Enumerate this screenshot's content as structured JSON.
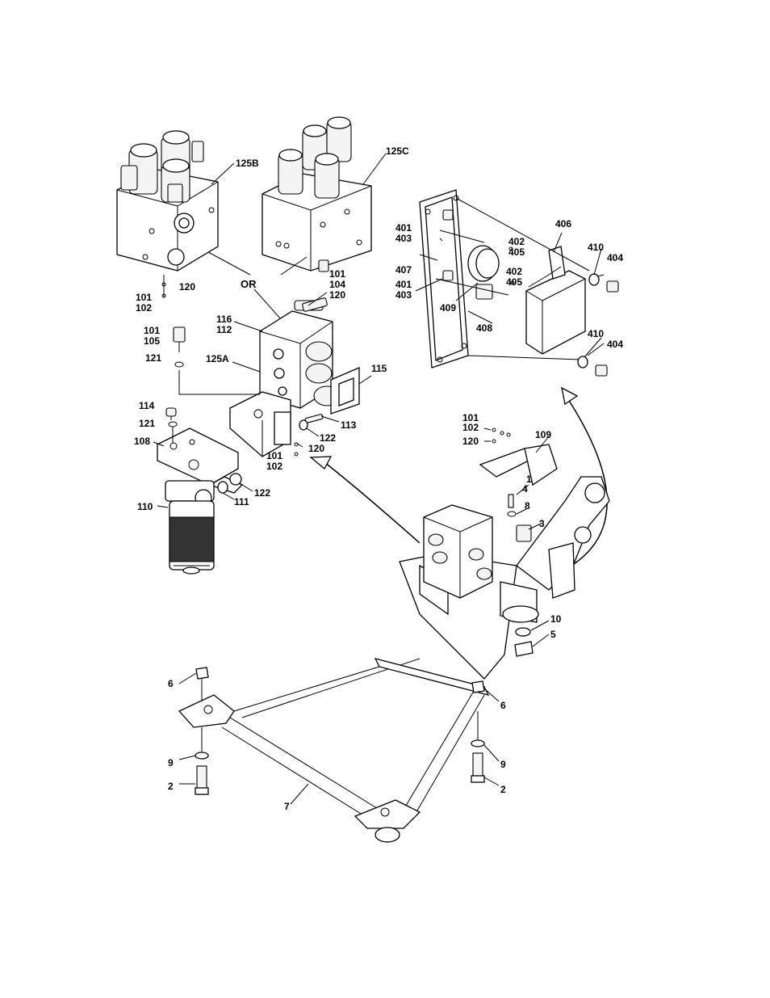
{
  "callouts": {
    "c125B": "125B",
    "c125C": "125C",
    "c120_top": "120",
    "c101_top": "101",
    "c102_top": "102",
    "cOR": "OR",
    "c101_r": "101",
    "c104_r": "104",
    "c120_r": "120",
    "c116": "116",
    "c112": "112",
    "c101_105": "101",
    "c105": "105",
    "c121_a": "121",
    "c125A": "125A",
    "c115": "115",
    "c114": "114",
    "c121_b": "121",
    "c108": "108",
    "c113": "113",
    "c122_a": "122",
    "c120_m": "120",
    "c101_m": "101",
    "c102_m": "102",
    "c122_b": "122",
    "c111": "111",
    "c110": "110",
    "c401_a": "401",
    "c403_a": "403",
    "c406": "406",
    "c402_a": "402",
    "c405_a": "405",
    "c410_a": "410",
    "c404_a": "404",
    "c407": "407",
    "c402_b": "402",
    "c405_b": "405",
    "c401_b": "401",
    "c403_b": "403",
    "c409": "409",
    "c408": "408",
    "c410_b": "410",
    "c404_b": "404",
    "c101_s": "101",
    "c102_s": "102",
    "c120_s": "120",
    "c109": "109",
    "c1": "1",
    "c4": "4",
    "c8": "8",
    "c3": "3",
    "c10": "10",
    "c5": "5",
    "c6_a": "6",
    "c6_b": "6",
    "c9_a": "9",
    "c9_b": "9",
    "c2_a": "2",
    "c2_b": "2",
    "c7": "7"
  }
}
